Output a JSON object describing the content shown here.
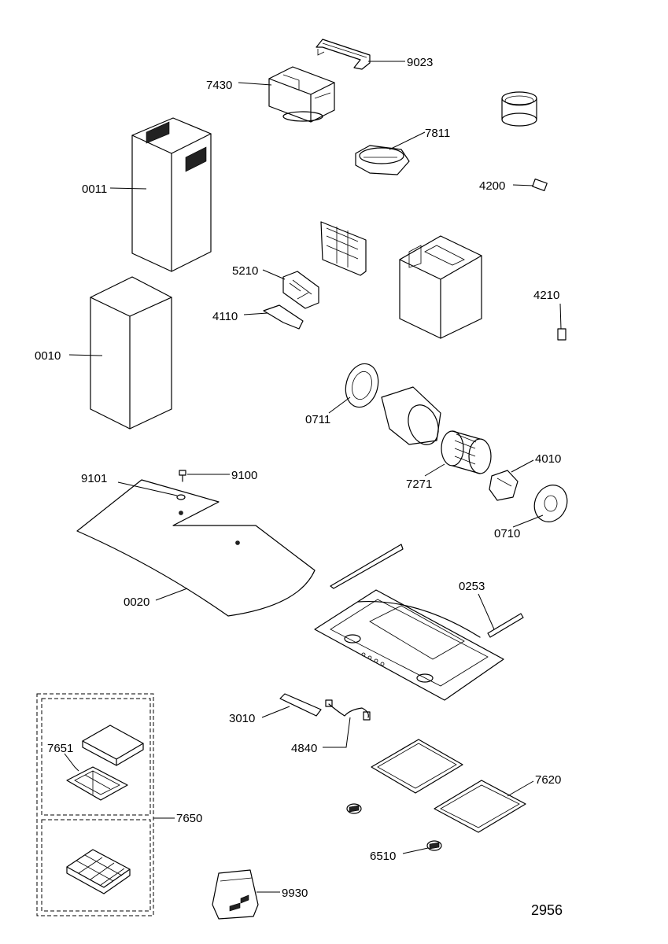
{
  "drawing_number": "2956",
  "labels": {
    "p9023": "9023",
    "p7430": "7430",
    "p7811": "7811",
    "p0011": "0011",
    "p4200": "4200",
    "p5210": "5210",
    "p4110": "4110",
    "p4210": "4210",
    "p0010": "0010",
    "p0711": "0711",
    "p4010": "4010",
    "p7271": "7271",
    "p9101": "9101",
    "p9100": "9100",
    "p0710": "0710",
    "p0253": "0253",
    "p0020": "0020",
    "p3010": "3010",
    "p4840": "4840",
    "p7651": "7651",
    "p7620": "7620",
    "p7650": "7650",
    "p6510": "6510",
    "p9930": "9930"
  }
}
